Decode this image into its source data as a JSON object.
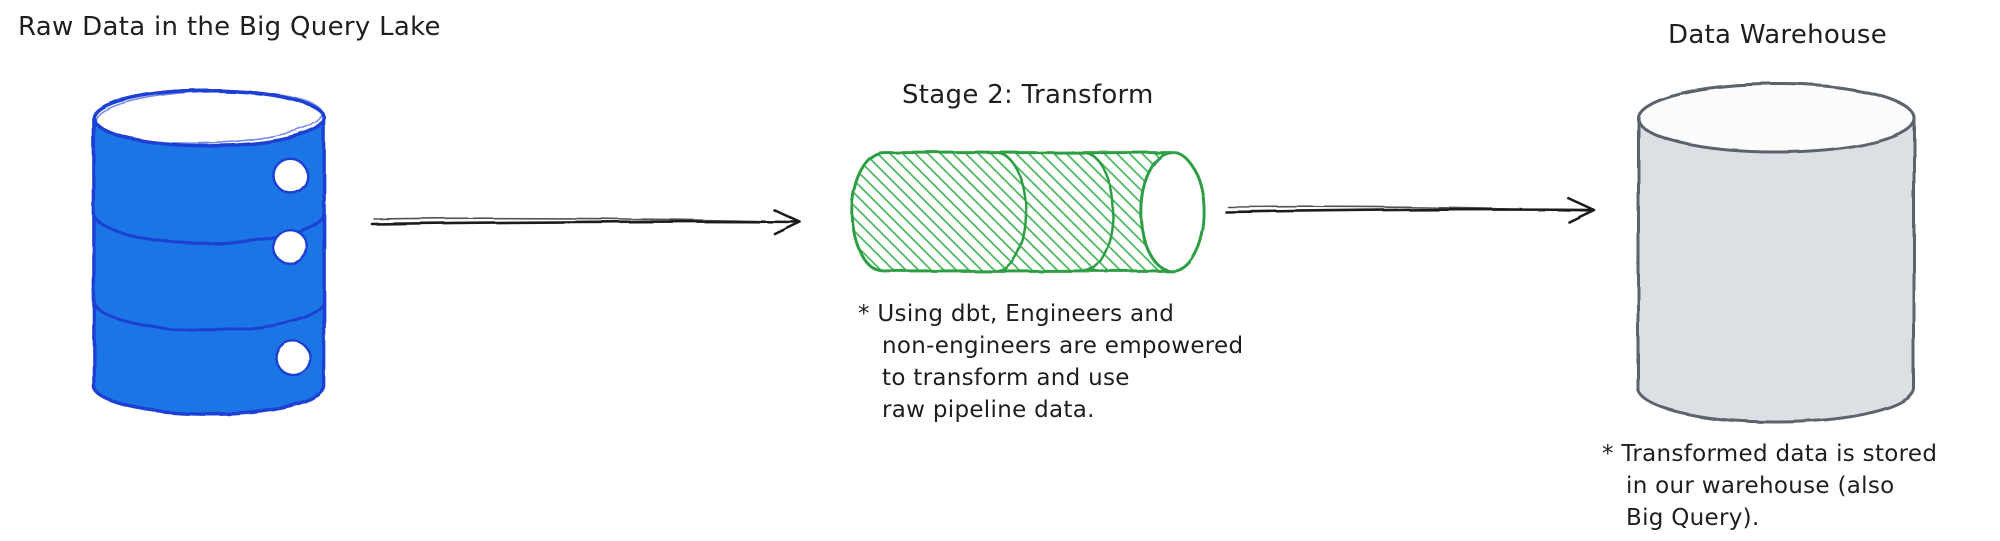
{
  "colors": {
    "lake_fill": "#1b74e4",
    "lake_stroke": "#1d3fd4",
    "pipe_stroke": "#2f9e44",
    "pipe_hatch": "#37b24d",
    "warehouse_fill": "#dcdfe4",
    "warehouse_stroke": "#5c636b",
    "ink": "#1e1e1e",
    "bg": "#ffffff"
  },
  "lake": {
    "title": "Raw Data in the Big Query Lake"
  },
  "transform": {
    "title": "Stage 2: Transform",
    "note_lines": [
      "* Using dbt, Engineers and",
      "non-engineers are empowered",
      "to transform and use",
      "raw pipeline data."
    ]
  },
  "warehouse": {
    "title": "Data Warehouse",
    "note_lines": [
      "* Transformed data is stored",
      "in our warehouse (also",
      "Big Query)."
    ]
  }
}
